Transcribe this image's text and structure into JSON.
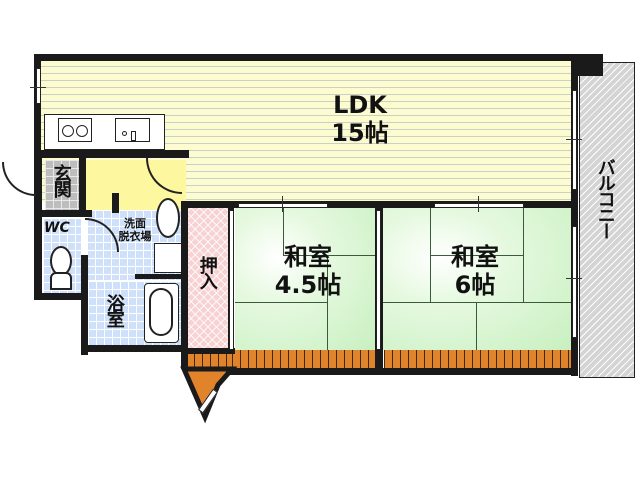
{
  "floorplan": {
    "rooms": {
      "ldk": {
        "name": "LDK",
        "size": "15帖"
      },
      "washitsu1": {
        "name": "和室",
        "size": "4.5帖"
      },
      "washitsu2": {
        "name": "和室",
        "size": "6帖"
      },
      "genkan": {
        "name": "玄関"
      },
      "wc": {
        "name": "WC"
      },
      "senmen": {
        "line1": "洗面",
        "line2": "脱衣場"
      },
      "yokushitsu": {
        "name": "浴室"
      },
      "oshiire": {
        "name": "押入"
      },
      "balcony": {
        "name": "バルコニー"
      }
    },
    "colors": {
      "ldk_floor": "#fdfcd0",
      "tatami": "#c8f0c0",
      "tile": "#cfe0fa",
      "closet": "#f8d2d2",
      "balcony": "#d4d4d4",
      "wood_deck": "#e0832a",
      "wall": "#1a1a1a",
      "hallway": "#fdf7a0"
    }
  }
}
